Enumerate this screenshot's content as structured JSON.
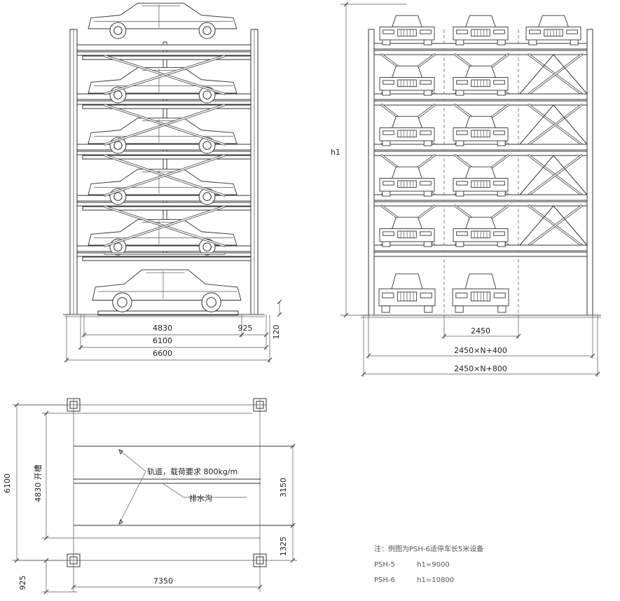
{
  "side_view": {
    "dims": {
      "d4830": "4830",
      "d925": "925",
      "d120": "120",
      "d6100": "6100",
      "d6600": "6600"
    }
  },
  "front_view": {
    "dims": {
      "h1": "h1",
      "d2450": "2450",
      "dN400": "2450×N+400",
      "dN800": "2450×N+800"
    }
  },
  "plan_view": {
    "dims": {
      "d6100": "6100",
      "d4830": "4830 开槽",
      "d925": "925",
      "d7350": "7350",
      "d3150": "3150",
      "d1325": "1325"
    },
    "labels": {
      "track": "轨道，载荷要求 800kg/m",
      "drain": "排水沟"
    }
  },
  "note": {
    "title": "注：例图为PSH-6适停车长5米设备",
    "rows": [
      {
        "model": "PSH-5",
        "height": "h1=9000"
      },
      {
        "model": "PSH-6",
        "height": "h1=10800"
      }
    ]
  }
}
